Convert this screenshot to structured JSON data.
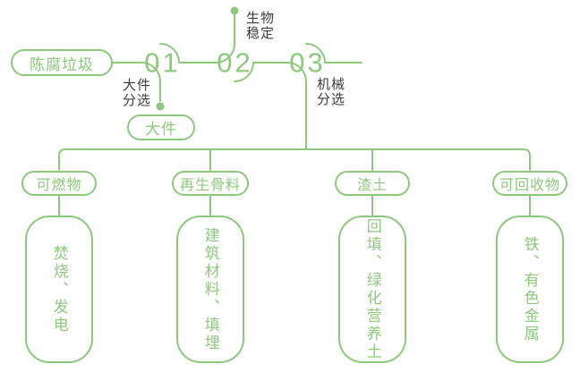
{
  "colors": {
    "green": "#8cc97d",
    "dark": "#3c3c3c",
    "bg": "#ffffff"
  },
  "diagram": {
    "source": {
      "label": "陈腐垃圾"
    },
    "steps": [
      {
        "num": "01",
        "label_lines": [
          "大件",
          "分选"
        ],
        "output": "大件"
      },
      {
        "num": "02",
        "label_lines": [
          "生物",
          "稳定"
        ]
      },
      {
        "num": "03",
        "label_lines": [
          "机械",
          "分选"
        ]
      }
    ],
    "outputs": [
      {
        "category": "可燃物",
        "disposal": "焚烧、发电"
      },
      {
        "category": "再生骨料",
        "disposal": "建筑材料、填埋"
      },
      {
        "category": "渣土",
        "disposal": "回填、绿化营养土"
      },
      {
        "category": "可回收物",
        "disposal": "铁、有色金属"
      }
    ]
  }
}
